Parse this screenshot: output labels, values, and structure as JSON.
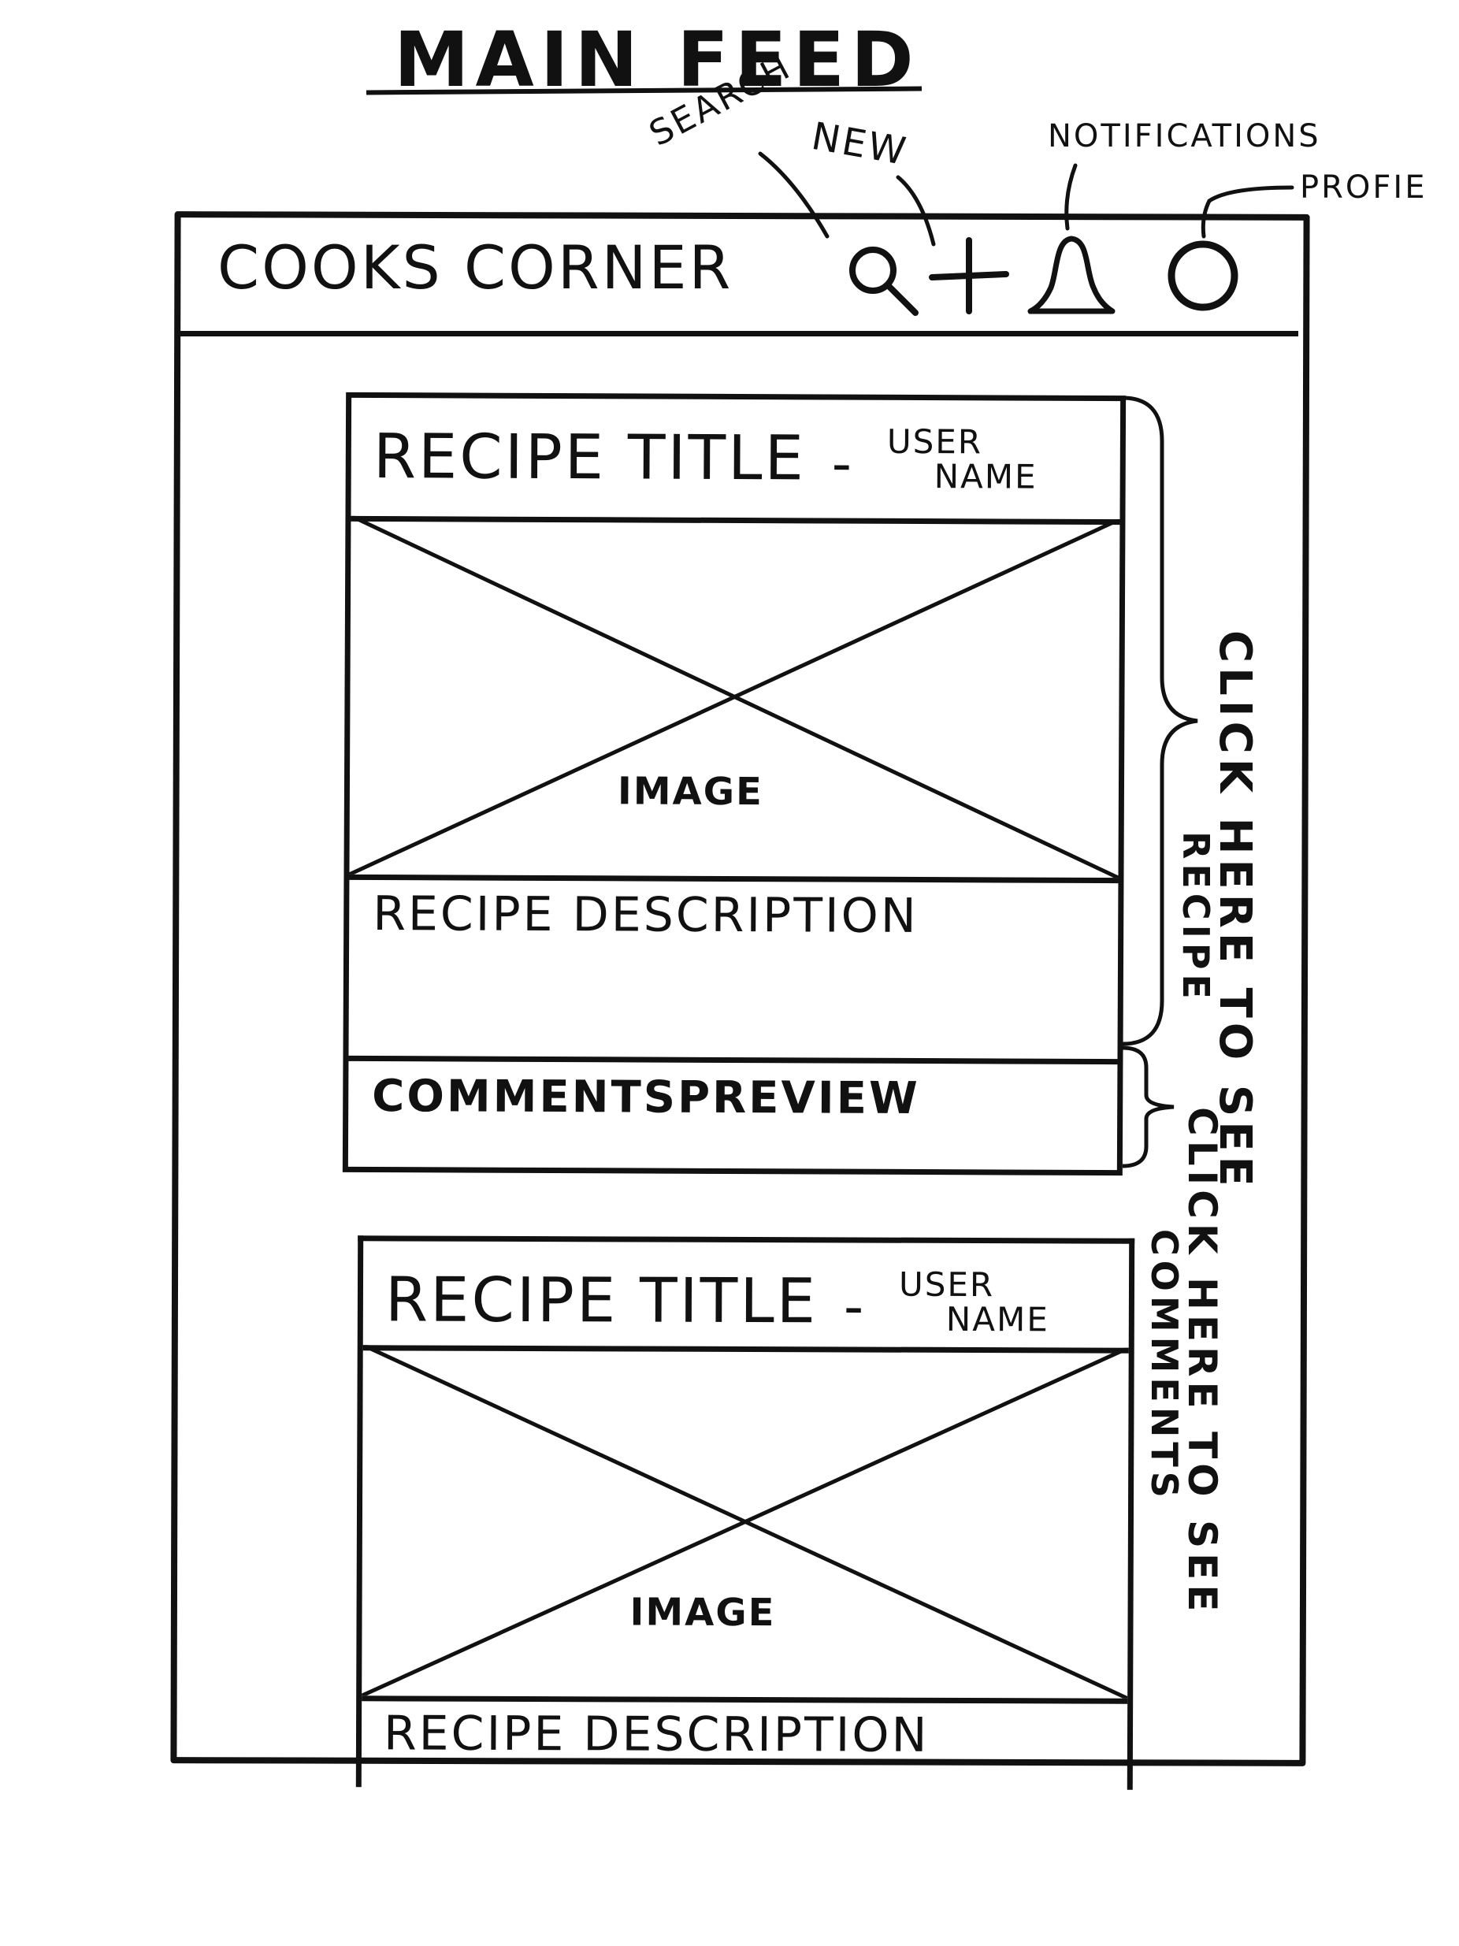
{
  "page": {
    "title": "Main Feed"
  },
  "header": {
    "app_title": "Cooks Corner",
    "icons": [
      "search-icon",
      "plus-icon",
      "bell-icon",
      "profile-icon"
    ]
  },
  "annotations": {
    "search": "Search",
    "new": "New",
    "notifications": "Notifications",
    "profile": "Profie",
    "see_recipe_line1": "Click here to see",
    "see_recipe_line2": "recipe",
    "see_comments_line1": "Click here to see",
    "see_comments_line2": "comments"
  },
  "feed": {
    "cards": [
      {
        "title": "Recipe Title",
        "dash": "-",
        "user_line1": "User",
        "user_line2": "Name",
        "image_label": "Image",
        "description": "Recipe Description",
        "comments": "CommentsPreview"
      },
      {
        "title": "Recipe Title",
        "dash": "-",
        "user_line1": "User",
        "user_line2": "Name",
        "image_label": "Image",
        "description": "Recipe Description"
      }
    ]
  }
}
